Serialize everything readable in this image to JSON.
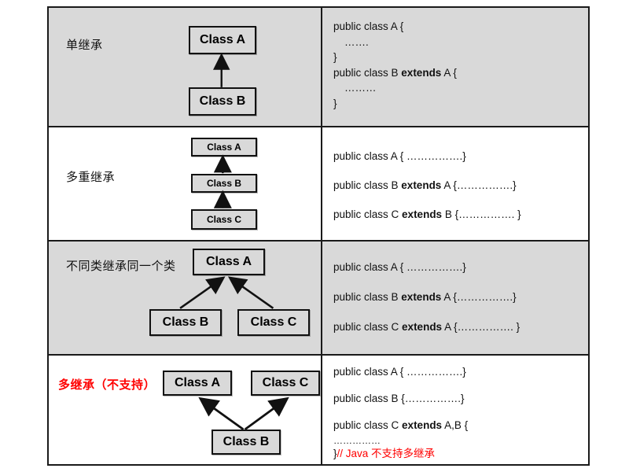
{
  "diagram": {
    "title": "Java inheritance types comparison table",
    "colors": {
      "row_shaded": "#d9d9d9",
      "row_plain": "#ffffff",
      "box_fill": "#d9d9d9",
      "stroke": "#111111",
      "accent_red": "#ff0000"
    },
    "rows": [
      {
        "label": "单继承",
        "label_color": "black",
        "background": "shaded",
        "boxes": [
          {
            "name": "Class A"
          },
          {
            "name": "Class B"
          }
        ],
        "edges": [
          {
            "from": "Class B",
            "to": "Class A"
          }
        ],
        "code_lines": [
          {
            "prefix": "public class A {",
            "bold": "",
            "suffix": ""
          },
          {
            "prefix": "  …….",
            "bold": "",
            "suffix": ""
          },
          {
            "prefix": "}",
            "bold": "",
            "suffix": ""
          },
          {
            "prefix": "public class B ",
            "bold": "extends",
            "suffix": " A {"
          },
          {
            "prefix": "  ………",
            "bold": "",
            "suffix": ""
          },
          {
            "prefix": "}",
            "bold": "",
            "suffix": ""
          }
        ]
      },
      {
        "label": "多重继承",
        "label_color": "black",
        "background": "plain",
        "boxes": [
          {
            "name": "Class A"
          },
          {
            "name": "Class B"
          },
          {
            "name": "Class C"
          }
        ],
        "edges": [
          {
            "from": "Class B",
            "to": "Class A"
          },
          {
            "from": "Class C",
            "to": "Class B"
          }
        ],
        "code_lines": [
          {
            "prefix": "public class A { …………….}",
            "bold": "",
            "suffix": ""
          },
          {
            "prefix": "public class B ",
            "bold": "extends",
            "suffix": " A {…………….}"
          },
          {
            "prefix": "public class C ",
            "bold": "extends",
            "suffix": "  B {……………. }"
          }
        ]
      },
      {
        "label": "不同类继承同一个类",
        "label_color": "black",
        "background": "shaded",
        "boxes": [
          {
            "name": "Class A"
          },
          {
            "name": "Class B"
          },
          {
            "name": "Class C"
          }
        ],
        "edges": [
          {
            "from": "Class B",
            "to": "Class A"
          },
          {
            "from": "Class C",
            "to": "Class A"
          }
        ],
        "code_lines": [
          {
            "prefix": "public class A { …………….}",
            "bold": "",
            "suffix": ""
          },
          {
            "prefix": "public class B ",
            "bold": "extends",
            "suffix": " A {…………….}"
          },
          {
            "prefix": "public class C ",
            "bold": "extends",
            "suffix": " A {……………. }"
          }
        ]
      },
      {
        "label": "多继承（不支持）",
        "label_color": "red",
        "background": "plain",
        "boxes": [
          {
            "name": "Class A"
          },
          {
            "name": "Class C"
          },
          {
            "name": "Class B"
          }
        ],
        "edges": [
          {
            "from": "Class B",
            "to": "Class A"
          },
          {
            "from": "Class B",
            "to": "Class C"
          }
        ],
        "code_lines": [
          {
            "prefix": "public class A { …………….}",
            "bold": "",
            "suffix": ""
          },
          {
            "prefix": "public class B {…………….}",
            "bold": "",
            "suffix": ""
          },
          {
            "prefix": "public class C ",
            "bold": "extends",
            "suffix": "  A,B {"
          },
          {
            "prefix": "    ……………",
            "bold": "",
            "suffix": ""
          },
          {
            "prefix": "}",
            "bold": "",
            "suffix": "",
            "comment": " // Java  不支持多继承"
          }
        ],
        "comment_text": "// Java  不支持多继承",
        "closing_brace": "}"
      }
    ]
  }
}
